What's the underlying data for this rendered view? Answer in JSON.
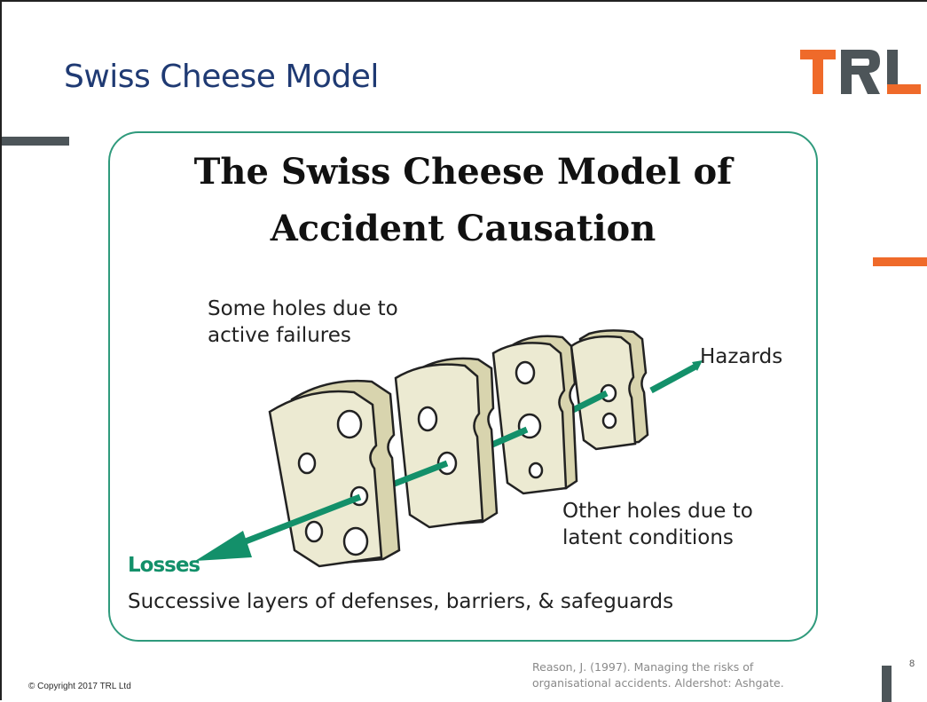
{
  "slide": {
    "title": "Swiss Cheese Model",
    "logo_text": "TRL",
    "page_number": "8",
    "copyright": "© Copyright 2017 TRL Ltd",
    "reference_line1": "Reason, J. (1997). Managing the risks of",
    "reference_line2": "organisational accidents. Aldershot: Ashgate."
  },
  "diagram": {
    "heading_line1": "The Swiss Cheese Model of",
    "heading_line2": "Accident Causation",
    "active_failures_note": "Some holes due to active failures",
    "latent_conditions_note": "Other holes due to latent conditions",
    "hazards_label": "Hazards",
    "losses_label": "Losses",
    "caption": "Successive layers of defenses, barriers, & safeguards"
  },
  "colors": {
    "title": "#1f3a73",
    "logo_orange": "#ef6a2a",
    "logo_grey": "#4d5559",
    "panel_border": "#2f9a7c",
    "arrow": "#13906a",
    "cheese": "#ecead2"
  }
}
